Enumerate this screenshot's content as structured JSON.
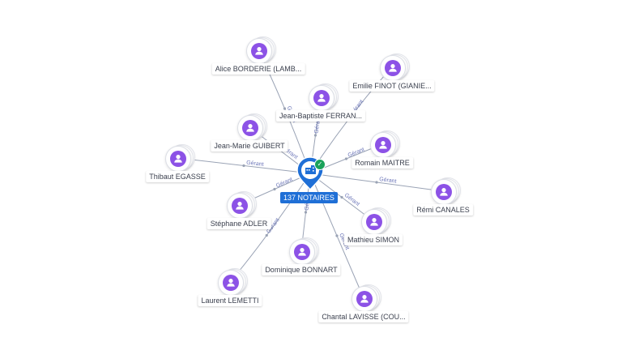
{
  "company": {
    "name": "137 NOTAIRES",
    "icon": "building-icon",
    "status": "verified-check-icon",
    "color": "#1f6fd6"
  },
  "relation_label": "Gérant",
  "person_color": "#8c52e6",
  "people": [
    {
      "id": "alice",
      "name": "Alice BORDERIE (LAMB...",
      "role": "Gérant"
    },
    {
      "id": "emilie",
      "name": "Emilie FINOT (GIANIE...",
      "role": "Gérant"
    },
    {
      "id": "jeanbaptiste",
      "name": "Jean-Baptiste FERRAN...",
      "role": "Gérant"
    },
    {
      "id": "jeanmarie",
      "name": "Jean-Marie GUIBERT",
      "role": "Gérant"
    },
    {
      "id": "romain",
      "name": "Romain MAITRE",
      "role": "Gérant"
    },
    {
      "id": "thibaut",
      "name": "Thibaut EGASSE",
      "role": "Gérant"
    },
    {
      "id": "remi",
      "name": "Rémi CANALES",
      "role": "Gérant"
    },
    {
      "id": "stephane",
      "name": "Stéphane ADLER",
      "role": "Gérant"
    },
    {
      "id": "mathieu",
      "name": "Mathieu SIMON",
      "role": "Gérant"
    },
    {
      "id": "dominique",
      "name": "Dominique BONNART",
      "role": "Gérant"
    },
    {
      "id": "laurent",
      "name": "Laurent LEMETTI",
      "role": "Gérant"
    },
    {
      "id": "chantal",
      "name": "Chantal LAVISSE (COU...",
      "role": "Gérant"
    }
  ]
}
